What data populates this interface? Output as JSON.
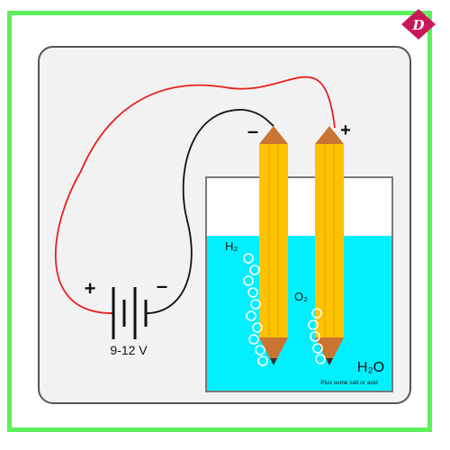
{
  "colors": {
    "frame_border": "#5ef05a",
    "panel_fill": "#f2f2f2",
    "panel_border": "#555555",
    "water": "#00f0ff",
    "pencil_body": "#ffc200",
    "pencil_tip": "#c97430",
    "wire_positive": "#e82020",
    "wire_negative": "#111111",
    "badge": "#c9185a"
  },
  "badge": {
    "icon": "logo-badge",
    "letter": "D"
  },
  "battery": {
    "voltage_label": "9-12 V",
    "plus": "+",
    "minus": "–"
  },
  "electrodes": {
    "left_sign": "–",
    "right_sign": "+"
  },
  "gases": {
    "hydrogen": "H₂",
    "oxygen": "O₂"
  },
  "water": {
    "formula": "H₂O",
    "note": "Plus some salt or acid"
  }
}
